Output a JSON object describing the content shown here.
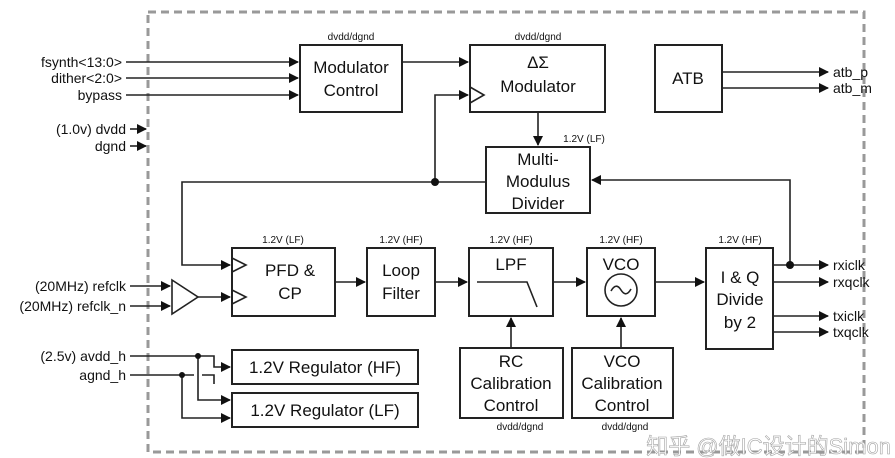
{
  "blocks": {
    "mod_ctrl": {
      "l1": "Modulator",
      "l2": "Control",
      "supply": "dvdd/dgnd"
    },
    "ds_mod": {
      "l1": "ΔΣ",
      "l2": "Modulator",
      "supply": "dvdd/dgnd"
    },
    "atb": {
      "l1": "ATB"
    },
    "mmd": {
      "l1": "Multi-",
      "l2": "Modulus",
      "l3": "Divider",
      "supply": "1.2V (LF)"
    },
    "pfd": {
      "l1": "PFD &",
      "l2": "CP",
      "supply": "1.2V (LF)"
    },
    "loop": {
      "l1": "Loop",
      "l2": "Filter",
      "supply": "1.2V (HF)"
    },
    "lpf": {
      "l1": "LPF",
      "supply": "1.2V (HF)"
    },
    "vco": {
      "l1": "VCO",
      "supply": "1.2V (HF)"
    },
    "iq": {
      "l1": "I & Q",
      "l2": "Divide",
      "l3": "by 2",
      "supply": "1.2V (HF)"
    },
    "reg_hf": {
      "l1": "1.2V Regulator (HF)"
    },
    "reg_lf": {
      "l1": "1.2V Regulator (LF)"
    },
    "rc_cal": {
      "l1": "RC",
      "l2": "Calibration",
      "l3": "Control",
      "supply": "dvdd/dgnd"
    },
    "vco_cal": {
      "l1": "VCO",
      "l2": "Calibration",
      "l3": "Control",
      "supply": "dvdd/dgnd"
    }
  },
  "pins": {
    "fsynth": "fsynth<13:0>",
    "dither": "dither<2:0>",
    "bypass": "bypass",
    "dvdd": "(1.0v) dvdd",
    "dgnd": "dgnd",
    "refclk": "(20MHz) refclk",
    "refclk_n": "(20MHz) refclk_n",
    "avdd_h": "(2.5v) avdd_h",
    "agnd_h": "agnd_h",
    "atb_p": "atb_p",
    "atb_m": "atb_m",
    "rxiclk": "rxiclk",
    "rxqclk": "rxqclk",
    "txiclk": "txiclk",
    "txqclk": "txqclk"
  },
  "watermark": "知乎 @做IC设计的Simon"
}
